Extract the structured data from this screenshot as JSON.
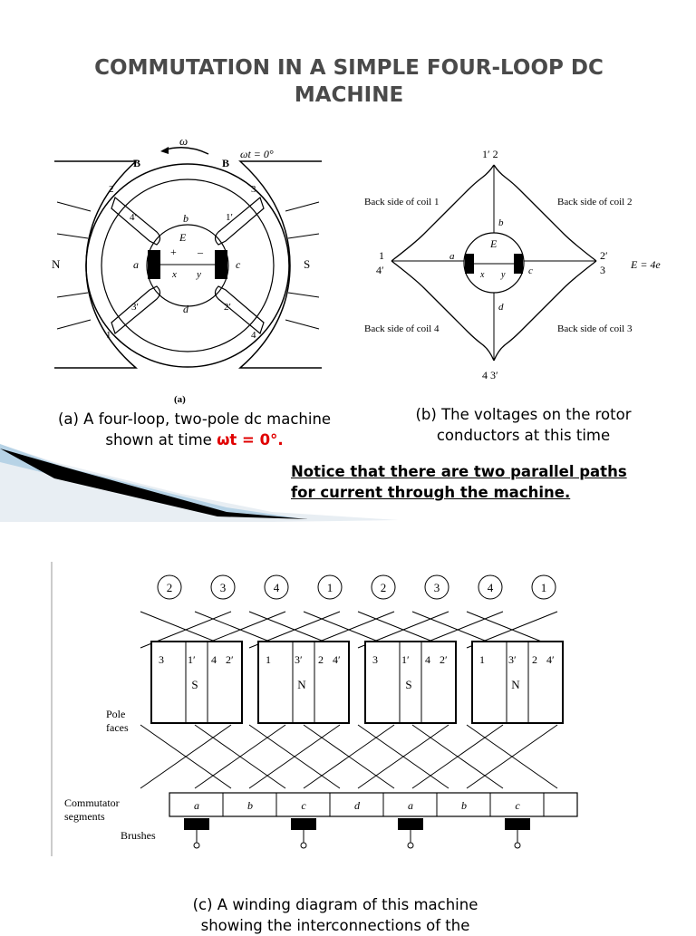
{
  "title": "COMMUTATION IN A SIMPLE FOUR-LOOP DC MACHINE",
  "fig_a": {
    "omega": "ω",
    "wt": "ωt = 0°",
    "B_left": "B",
    "B_right": "B",
    "N": "N",
    "S": "S",
    "E": "E",
    "plus": "+",
    "minus": "–",
    "a": "a",
    "b": "b",
    "c": "c",
    "d": "d",
    "x": "x",
    "y": "y",
    "n1": "1",
    "n2": "2",
    "n3": "3",
    "n4p": "4′",
    "n1p": "1′",
    "n3p": "3′",
    "n2p": "2′",
    "n4": "4",
    "label": "(a)"
  },
  "fig_b": {
    "top": "1′ 2",
    "bottom": "4 3′",
    "left_1": "1",
    "left_2": "4′",
    "right_1": "2′",
    "right_2": "3",
    "back1": "Back side of coil 1",
    "back2": "Back side of coil 2",
    "back3": "Back side of coil 3",
    "back4": "Back side of coil 4",
    "eq": "E = 4e",
    "e": "e",
    "E": "E",
    "a": "a",
    "b": "b",
    "c": "c",
    "d": "d",
    "x": "x",
    "y": "y"
  },
  "caption_a_line1": "(a) A four-loop, two-pole dc machine",
  "caption_a_line2_prefix": "shown at time ",
  "caption_a_highlight": "ωt = 0°.",
  "caption_b_line1": "(b) The voltages on the rotor",
  "caption_b_line2": "conductors at this time",
  "notice": "Notice that there are two parallel paths for current through the machine.",
  "fig_c": {
    "top_numbers": [
      "2",
      "3",
      "4",
      "1",
      "2",
      "3",
      "4",
      "1"
    ],
    "poles": [
      {
        "labels": [
          "3",
          "1′",
          "4",
          "2′"
        ],
        "pole": "S"
      },
      {
        "labels": [
          "1",
          "3′",
          "2",
          "4′"
        ],
        "pole": "N"
      },
      {
        "labels": [
          "3",
          "1′",
          "4",
          "2′"
        ],
        "pole": "S"
      },
      {
        "labels": [
          "1",
          "3′",
          "2",
          "4′"
        ],
        "pole": "N"
      }
    ],
    "segments": [
      "a",
      "b",
      "c",
      "d",
      "a",
      "b",
      "c"
    ],
    "pole_faces": "Pole faces",
    "commutator": "Commutator segments",
    "brushes": "Brushes"
  },
  "caption_c_line1": "(c) A winding diagram of this machine",
  "caption_c_line2": "showing the interconnections of the"
}
